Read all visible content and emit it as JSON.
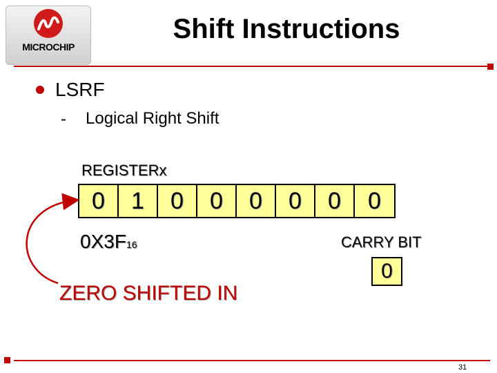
{
  "logo": {
    "text": "MICROCHIP"
  },
  "slide": {
    "title": "Shift Instructions",
    "bullet": "LSRF",
    "sub_dash": "-",
    "sub_bullet": "Logical Right Shift"
  },
  "register": {
    "label": "REGISTERx",
    "bits": [
      "0",
      "1",
      "0",
      "0",
      "0",
      "0",
      "0",
      "0"
    ],
    "hex_prefix": "0X3F",
    "hex_subscript": "16"
  },
  "carry": {
    "label": "CARRY BIT",
    "value": "0"
  },
  "shift_in": {
    "label": "ZERO SHIFTED IN"
  },
  "page_number": "31",
  "colors": {
    "accent": "#c00000",
    "bit_fill": "#ffff99",
    "arrow": "#c00000"
  }
}
